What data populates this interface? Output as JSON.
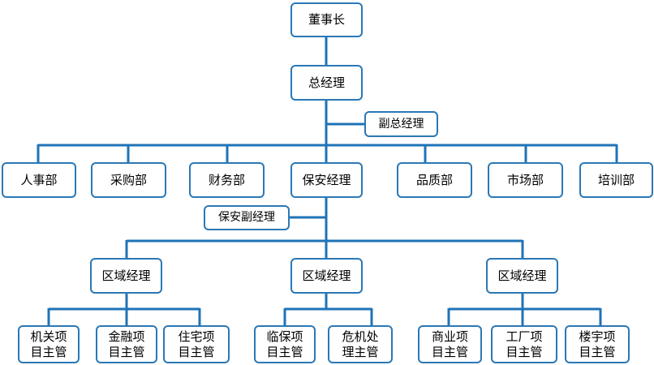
{
  "chart": {
    "chairman": "董事长",
    "general_manager": "总经理",
    "deputy_general_manager": "副总经理",
    "departments": [
      "人事部",
      "采购部",
      "财务部",
      "保安经理",
      "品质部",
      "市场部",
      "培训部"
    ],
    "security_deputy": "保安副经理",
    "regional_managers": [
      "区域经理",
      "区域经理",
      "区域经理"
    ],
    "project_supervisors": [
      [
        "机关项\n目主管",
        "金融项\n目主管",
        "住宅项\n目主管"
      ],
      [
        "临保项\n目主管",
        "危机处\n理主管"
      ],
      [
        "商业项\n目主管",
        "工厂项\n目主管",
        "楼宇项\n目主管"
      ]
    ]
  },
  "colors": {
    "line": "#1f73b7",
    "border": "#2a78b6"
  }
}
